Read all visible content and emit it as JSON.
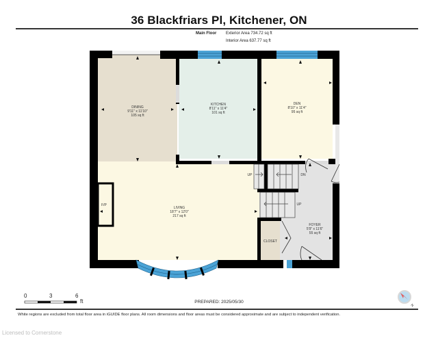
{
  "header": {
    "title": "36 Blackfriars Pl, Kitchener, ON",
    "floor_label": "Main Floor",
    "exterior_area": "Exterior Area 734.72 sq ft",
    "interior_area": "Interior Area 637.77 sq ft"
  },
  "rooms": [
    {
      "name": "DINING",
      "dims": "9'11\" x 11'10\"",
      "area": "105 sq ft",
      "color": "#e6dfcf"
    },
    {
      "name": "KITCHEN",
      "dims": "8'11\" x 11'4\"",
      "area": "101 sq ft",
      "color": "#e4efe9"
    },
    {
      "name": "DEN",
      "dims": "8'10\" x 11'4\"",
      "area": "95 sq ft",
      "color": "#fcf8e3"
    },
    {
      "name": "LIVING",
      "dims": "18'7\" x 12'0\"",
      "area": "217 sq ft",
      "color": "#fcf8e3"
    },
    {
      "name": "FOYER",
      "dims": "5'9\" x 11'6\"",
      "area": "55 sq ft",
      "color": "#e3e3e3"
    },
    {
      "name": "CLOSET",
      "dims": "",
      "area": "",
      "color": "#e6dfcf"
    }
  ],
  "labels": {
    "fireplace": "F/P",
    "stairs_up_1": "UP",
    "stairs_dn": "DN",
    "stairs_up_2": "UP"
  },
  "scale_bar": {
    "ticks": [
      "0",
      "3",
      "6"
    ],
    "unit": "ft"
  },
  "footer": {
    "prepared": "PREPARED: 2025/05/30",
    "disclaimer": "White regions are excluded from total floor area in iGUIDE floor plans. All room dimensions and floor areas must be considered approximate and are subject to independent verification.",
    "licensed": "Licensed to Cornerstone"
  },
  "compass": {
    "label": "N",
    "needle_color": "#c0202a",
    "dial_color": "#bcdcf0"
  },
  "colors": {
    "wall": "#000000",
    "window": "#4ba3d6"
  }
}
